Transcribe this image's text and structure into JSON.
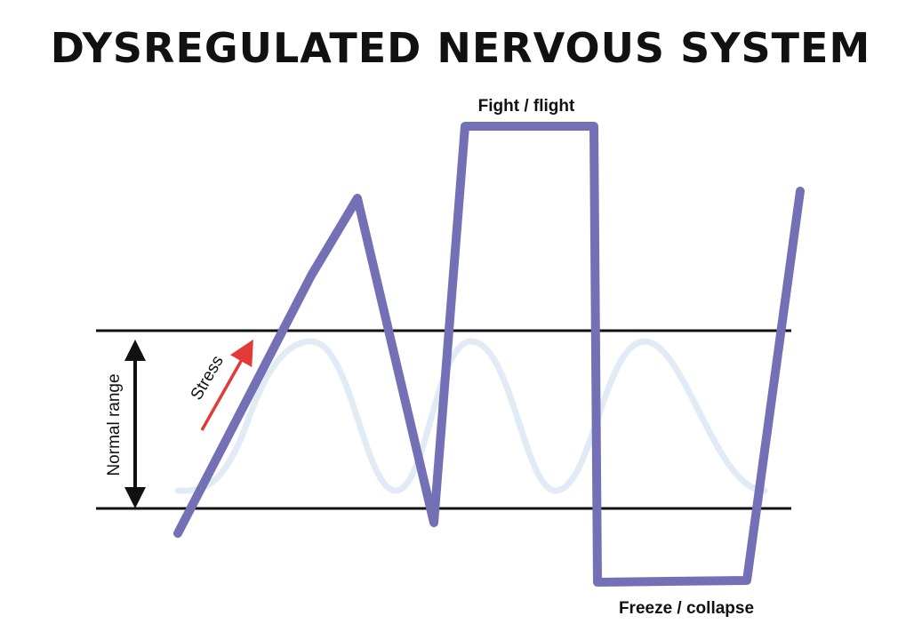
{
  "diagram": {
    "title": "DYSREGULATED NERVOUS SYSTEM",
    "labels": {
      "fight_flight": "Fight / flight",
      "freeze_collapse": "Freeze / collapse",
      "normal_range": "Normal range",
      "stress": "Stress"
    },
    "colors": {
      "trace": "#7370b5",
      "normal_wave": "#e1ebf5",
      "boundary_lines": "#111111",
      "stress_arrow": "#e23a36",
      "text": "#111111",
      "background": "#ffffff"
    }
  }
}
